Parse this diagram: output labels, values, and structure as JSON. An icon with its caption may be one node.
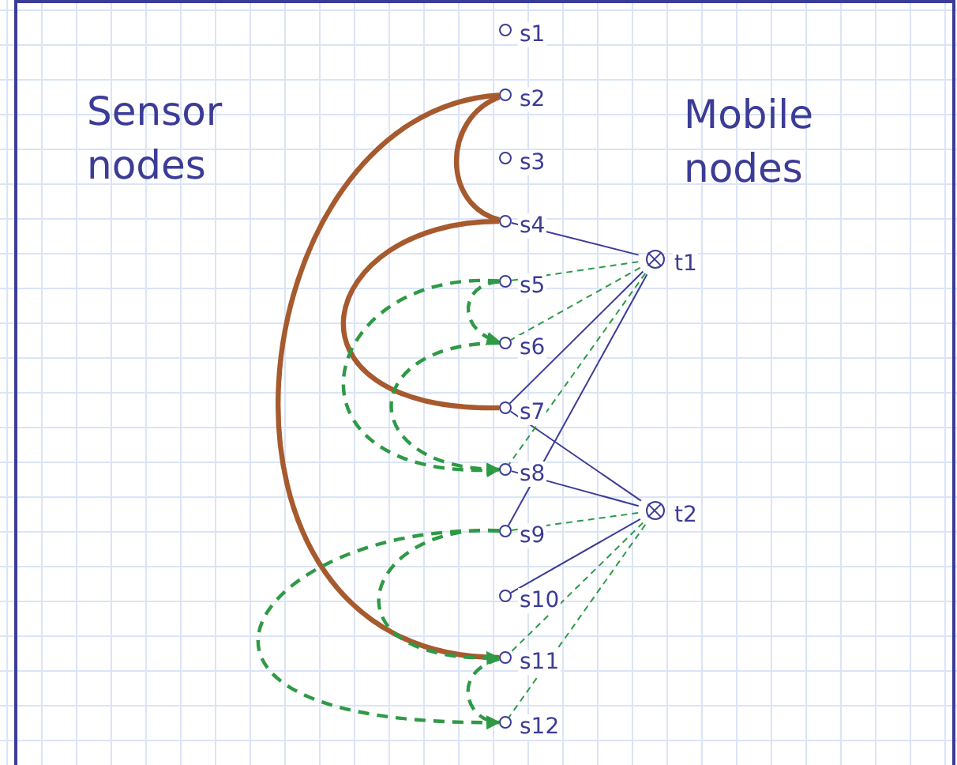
{
  "diagram": {
    "nodes": [
      {
        "text": [],
        "shape": "circle",
        "beside": [
          "s1"
        ]
      },
      {
        "text": [],
        "shape": "circle",
        "beside": [
          "s2"
        ]
      },
      {
        "text": [],
        "shape": "circle",
        "beside": [
          "s3"
        ]
      },
      {
        "text": [],
        "shape": "circle",
        "beside": [
          "s4"
        ]
      },
      {
        "text": [],
        "shape": "circle",
        "beside": [
          "s5"
        ]
      },
      {
        "text": [],
        "shape": "circle",
        "beside": [
          "s6"
        ]
      },
      {
        "text": [],
        "shape": "circle",
        "beside": [
          "s7"
        ]
      },
      {
        "text": [],
        "shape": "circle",
        "beside": [
          "s8"
        ]
      },
      {
        "text": [],
        "shape": "circle",
        "beside": [
          "s9"
        ]
      },
      {
        "text": [],
        "shape": "circle",
        "beside": [
          "s10"
        ]
      },
      {
        "text": [],
        "shape": "circle",
        "beside": [
          "s11"
        ]
      },
      {
        "text": [],
        "shape": "circle",
        "beside": [
          "s12"
        ]
      },
      {
        "text": [],
        "shape": "target",
        "beside": [
          "t1"
        ]
      },
      {
        "text": [],
        "shape": "target",
        "beside": [
          "t2"
        ]
      }
    ],
    "edges": [
      {
        "from": 1,
        "to": 3,
        "arrow": "none",
        "style": "thick",
        "color": "#a65a2e"
      },
      {
        "from": 1,
        "to": 10,
        "arrow": "none",
        "style": "thick",
        "color": "#a65a2e"
      },
      {
        "from": 3,
        "to": 6,
        "arrow": "none",
        "style": "thick",
        "color": "#a65a2e"
      },
      {
        "from": 3,
        "to": 12,
        "arrow": "none",
        "color": "#3c3c96"
      },
      {
        "from": 12,
        "to": 6,
        "arrow": "none",
        "color": "#3c3c96"
      },
      {
        "from": 12,
        "to": 8,
        "arrow": "none",
        "color": "#3c3c96"
      },
      {
        "from": 6,
        "to": 13,
        "arrow": "none",
        "color": "#3c3c96"
      },
      {
        "from": 7,
        "to": 13,
        "arrow": "none",
        "color": "#3c3c96"
      },
      {
        "from": 9,
        "to": 13,
        "arrow": "none",
        "color": "#3c3c96"
      },
      {
        "from": 12,
        "to": 4,
        "arrow": "none",
        "style": "dashed"
      },
      {
        "from": 12,
        "to": 5,
        "arrow": "none",
        "style": "dashed"
      },
      {
        "from": 12,
        "to": 7,
        "arrow": "none",
        "style": "dashed"
      },
      {
        "from": 13,
        "to": 8,
        "arrow": "none",
        "style": "dashed"
      },
      {
        "from": 13,
        "to": 10,
        "arrow": "none",
        "style": "dashed"
      },
      {
        "from": 13,
        "to": 11,
        "arrow": "none",
        "style": "dashed"
      },
      {
        "from": 4,
        "to": 5,
        "arrow": "to",
        "style": "dashed"
      },
      {
        "from": 5,
        "to": 7,
        "arrow": "to",
        "style": "dashed"
      },
      {
        "from": 4,
        "to": 7,
        "arrow": "to",
        "style": "dashed"
      },
      {
        "from": 8,
        "to": 10,
        "arrow": "to",
        "style": "dashed"
      },
      {
        "from": 8,
        "to": 11,
        "arrow": "to",
        "style": "dashed"
      },
      {
        "from": 10,
        "to": 11,
        "arrow": "to",
        "style": "dashed"
      }
    ],
    "labels": [
      "Sensor nodes",
      "Mobile nodes"
    ]
  }
}
